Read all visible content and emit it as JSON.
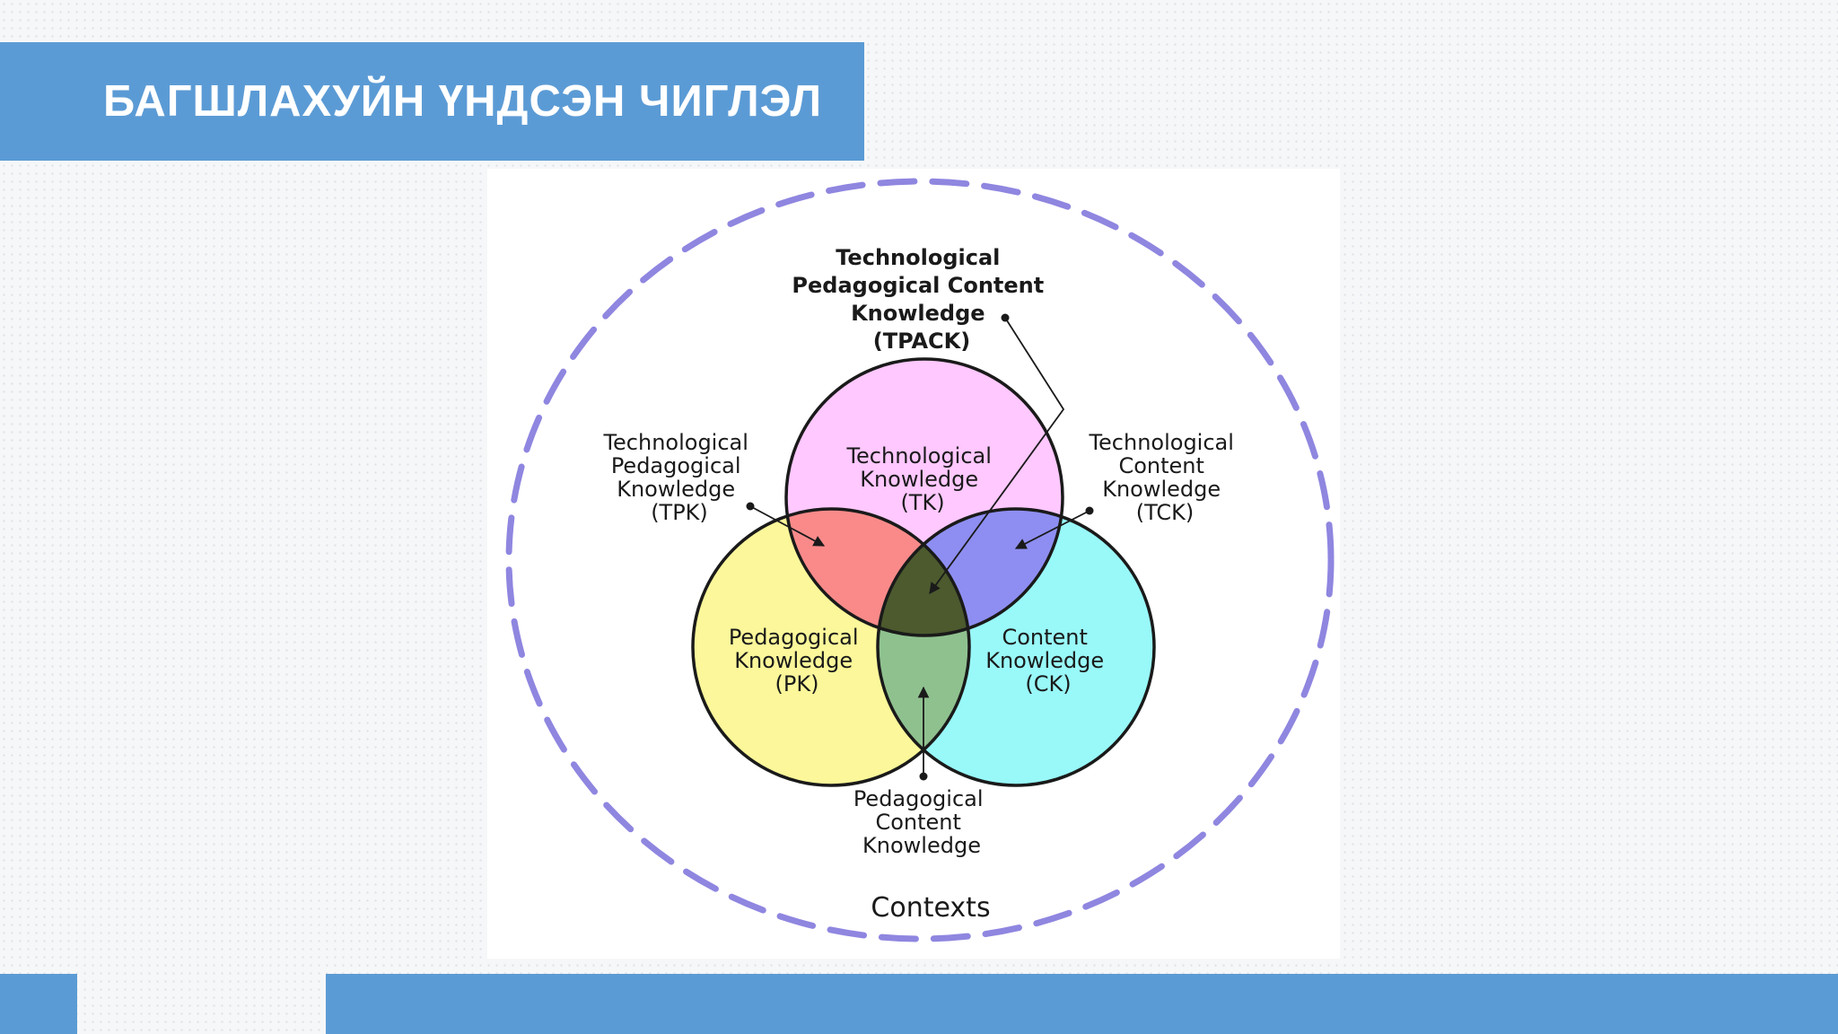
{
  "slide": {
    "title": "БАГШЛАХУЙН ҮНДСЭН ЧИГЛЭЛ"
  },
  "diagram": {
    "tpack": [
      "Technological",
      "Pedagogical Content",
      "Knowledge",
      "(TPACK)"
    ],
    "tk": [
      "Technological",
      "Knowledge",
      "(TK)"
    ],
    "pk": [
      "Pedagogical",
      "Knowledge",
      "(PK)"
    ],
    "ck": [
      "Content",
      "Knowledge",
      "(CK)"
    ],
    "tpk": [
      "Technological",
      "Pedagogical",
      "Knowledge",
      "(TPK)"
    ],
    "tck": [
      "Technological",
      "Content",
      "Knowledge",
      "(TCK)"
    ],
    "pck": [
      "Pedagogical",
      "Content",
      "Knowledge"
    ],
    "contexts": "Contexts"
  },
  "colors": {
    "accent": "#5b9bd5",
    "tk": "#ffc8ff",
    "pk": "#fbf79a",
    "ck": "#99f8f8",
    "tpk": "#fa8a8a",
    "tck": "#8e8ef2",
    "pck": "#8fc18f",
    "tpack": "#4c5a2e",
    "contexts_ring": "#8f86e0"
  }
}
